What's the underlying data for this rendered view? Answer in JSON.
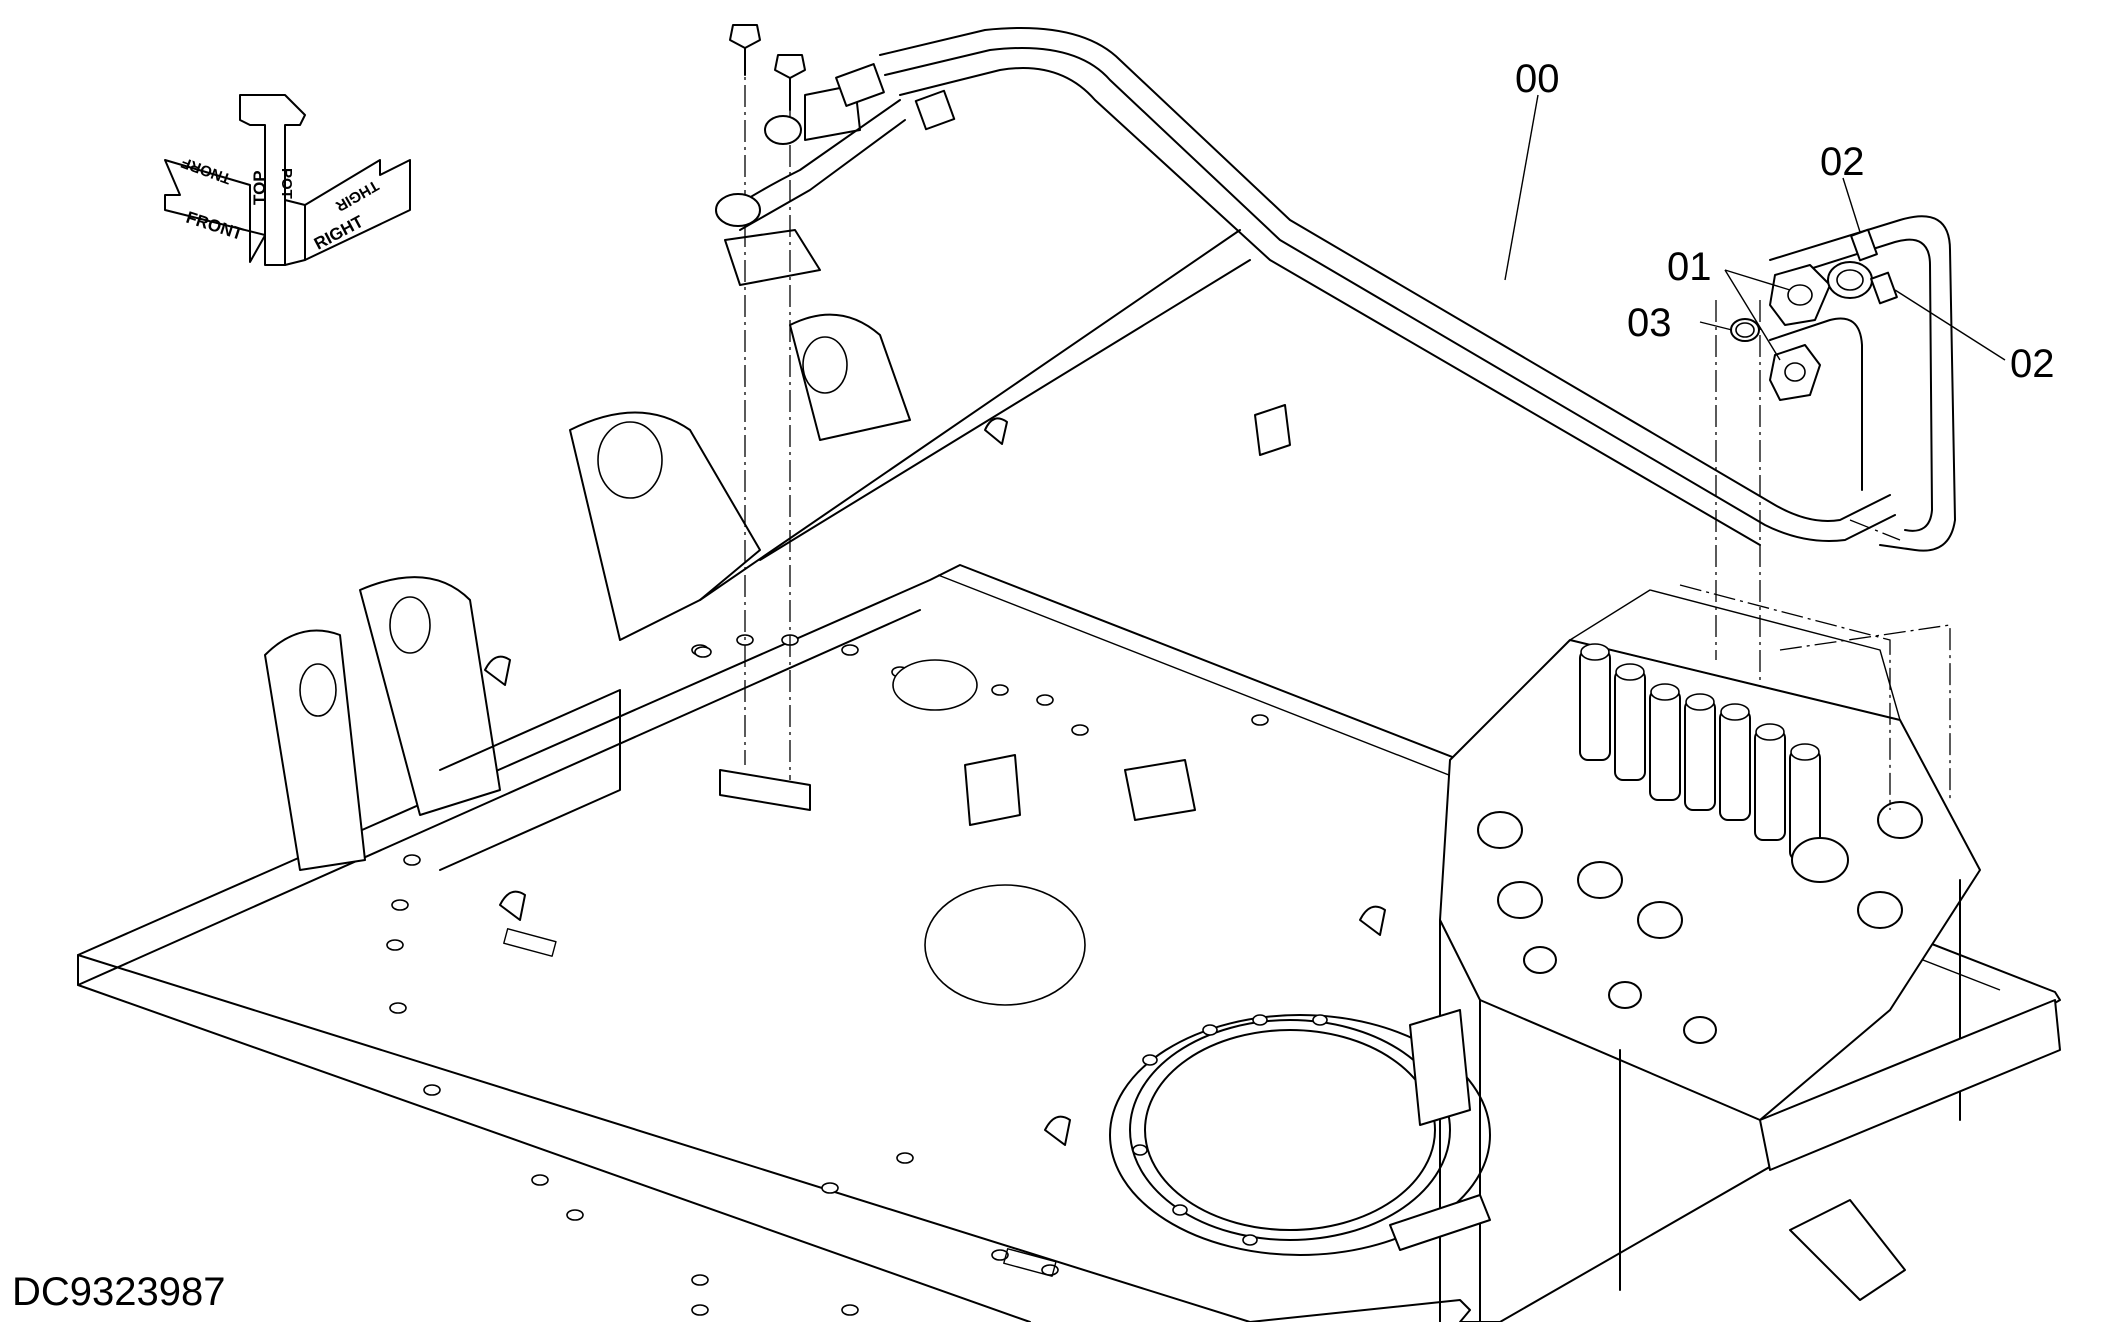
{
  "orientation": {
    "front": "FRONT",
    "top": "TOP",
    "right": "RIGHT"
  },
  "callouts": [
    {
      "id": "00",
      "text": "00"
    },
    {
      "id": "02a",
      "text": "02"
    },
    {
      "id": "01",
      "text": "01"
    },
    {
      "id": "03",
      "text": "03"
    },
    {
      "id": "02b",
      "text": "02"
    }
  ],
  "drawing_code": "DC9323987"
}
